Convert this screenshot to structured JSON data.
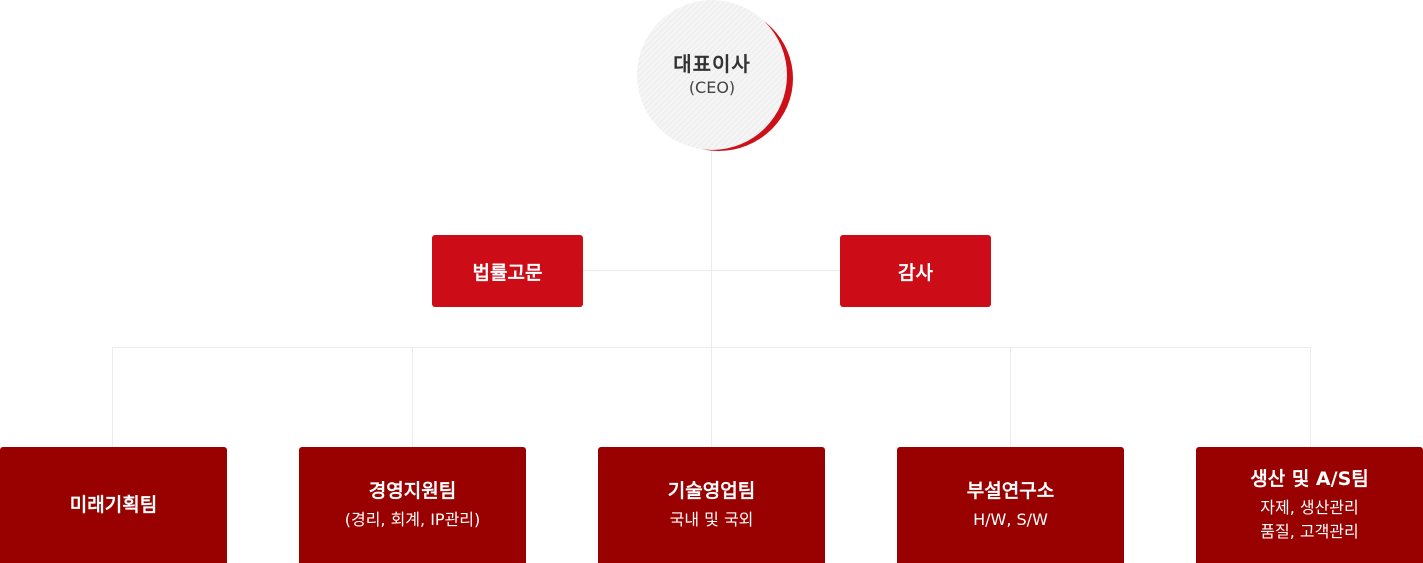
{
  "ceo": {
    "title": "대표이사",
    "subtitle": "(CEO)"
  },
  "advisors": [
    {
      "label": "법률고문"
    },
    {
      "label": "감사"
    }
  ],
  "teams": [
    {
      "name": "미래기획팀",
      "lines": []
    },
    {
      "name": "경영지원팀",
      "lines": [
        "(경리, 회계, IP관리)"
      ]
    },
    {
      "name": "기술영업팀",
      "lines": [
        "국내 및 국외"
      ]
    },
    {
      "name": "부설연구소",
      "lines": [
        "H/W, S/W"
      ]
    },
    {
      "name": "생산 및 A/S팀",
      "lines": [
        "자제, 생산관리",
        "품질, 고객관리"
      ]
    }
  ],
  "colors": {
    "accent_red": "#cc0d18",
    "team_red": "#990000",
    "connector": "#ececec"
  }
}
